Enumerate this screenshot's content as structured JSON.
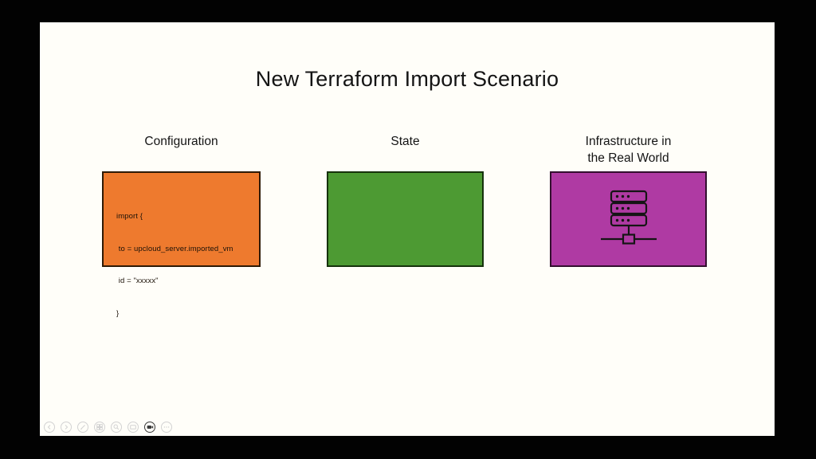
{
  "slide": {
    "title": "New Terraform Import Scenario",
    "columns": [
      {
        "label_lines": [
          "Configuration"
        ]
      },
      {
        "label_lines": [
          "State"
        ]
      },
      {
        "label_lines": [
          "Infrastructure in",
          "the Real World"
        ]
      }
    ],
    "code": {
      "lines": [
        "import {",
        " to = upcloud_server.imported_vm",
        " id = \"xxxxx\"",
        "}"
      ]
    },
    "icons": {
      "purple_box": "server-rack-network"
    }
  },
  "toolbar": {
    "buttons": [
      "previous-slide",
      "next-slide",
      "pen-annotate",
      "see-all-slides",
      "zoom",
      "display-screen",
      "camera",
      "more-options"
    ],
    "active_button": "camera"
  },
  "colors": {
    "slide_bg": "#fffef9",
    "letterbox": "#020202",
    "ink": "#141414",
    "box1": "#ee7a2e",
    "border1": "#2e1a05",
    "box2": "#4d9a33",
    "border2": "#16320c",
    "box3": "#af3aa3",
    "border3": "#330f2f",
    "toolbar_icon": "#d2d2d2",
    "toolbar_icon_active": "#3a3a3a"
  }
}
